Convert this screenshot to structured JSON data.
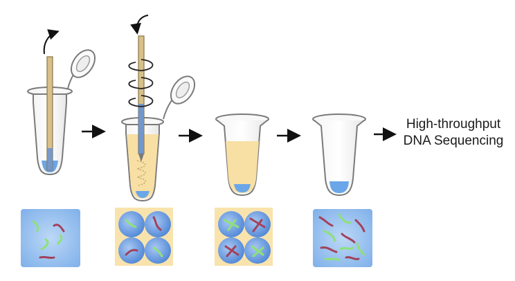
{
  "figure": {
    "final_step": {
      "line1": "High-throughput",
      "line2": "DNA Sequencing"
    },
    "colors": {
      "tube_outline": "#7a7a7a",
      "liquid_blue": "#6aa6e8",
      "buffer_yellow": "#f8dfa3",
      "panel_blue": "#9ec6f0",
      "panel_yellow": "#f9e3ad",
      "cell_blue": "#6f9fe0",
      "dna_green": "#8fe07a",
      "dna_red": "#a2425a",
      "arrow": "#111111",
      "stick_tan": "#d8c08a"
    },
    "steps": [
      {
        "id": "swab-in-tube"
      },
      {
        "id": "drill-extraction"
      },
      {
        "id": "lysate"
      },
      {
        "id": "purified-dna"
      }
    ]
  }
}
